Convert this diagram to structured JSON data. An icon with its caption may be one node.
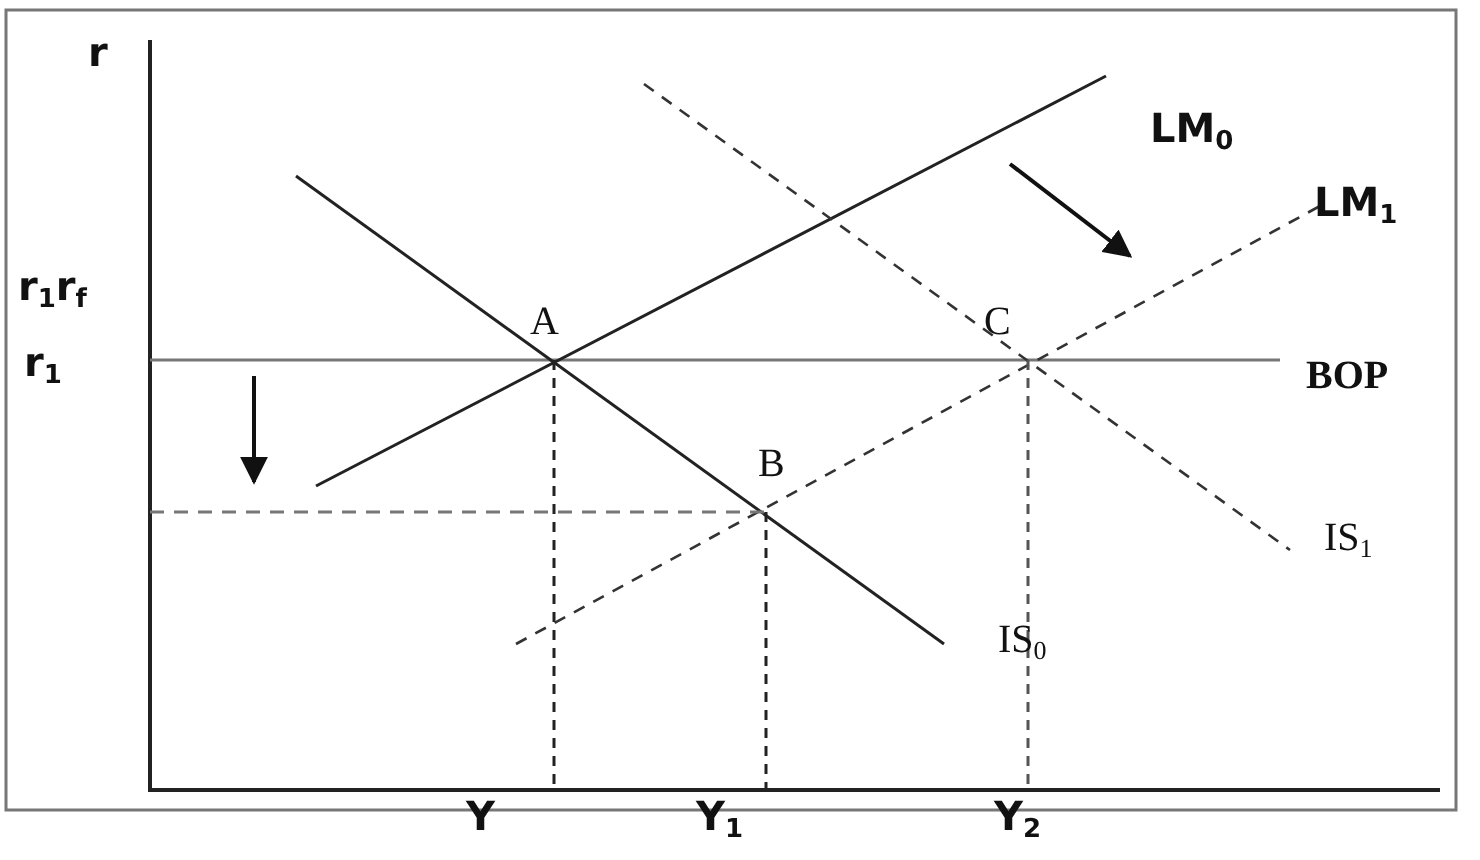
{
  "diagram": {
    "labels": [
      "r",
      "LM$_{0}$",
      "LM$_{1}$",
      "r$_{1}$r$_{f}$",
      "A",
      "C",
      "r$_{1}$",
      "BOP",
      "B",
      "IS$_{1}$",
      "IS$_{0}$",
      "Y",
      "Y$_{1}$",
      "Y$_{2}$"
    ]
  }
}
